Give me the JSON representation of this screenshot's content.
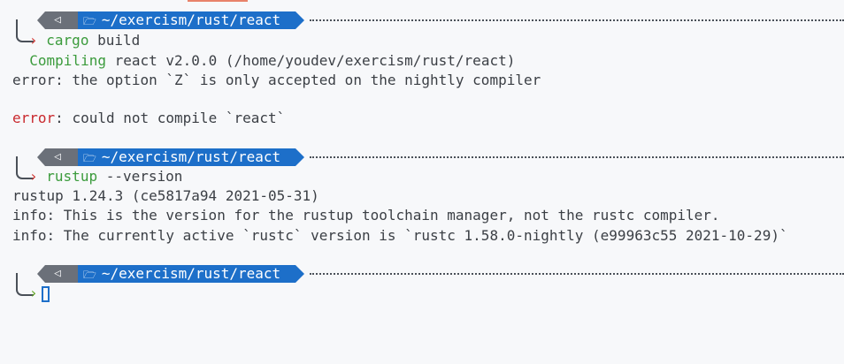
{
  "prompt": {
    "os_icon": "◁",
    "folder_icon": "🗁",
    "path": "~/exercism/rust/react",
    "chevron": "›"
  },
  "blocks": [
    {
      "command": "cargo",
      "args": " build",
      "output": {
        "compiling_word": "Compiling",
        "compiling_rest": " react v2.0.0 (/home/youdev/exercism/rust/react)",
        "error1": "error: the option `Z` is only accepted on the nightly compiler",
        "error2_label": "error",
        "error2_rest": ": could not compile `react`"
      }
    },
    {
      "command": "rustup",
      "args": " --version",
      "output": {
        "line1": "rustup 1.24.3 (ce5817a94 2021-05-31)",
        "line2": "info: This is the version for the rustup toolchain manager, not the rustc compiler.",
        "line3": "info: The currently active `rustc` version is `rustc 1.58.0-nightly (e99963c55 2021-10-29)`"
      }
    }
  ],
  "colors": {
    "path_bg": "#1d6fc9",
    "os_bg": "#6b7079",
    "error": "#c9282d",
    "command": "#3b9b3c",
    "chevron_fail": "#d0312d",
    "chevron_ok": "#5fa51f"
  }
}
